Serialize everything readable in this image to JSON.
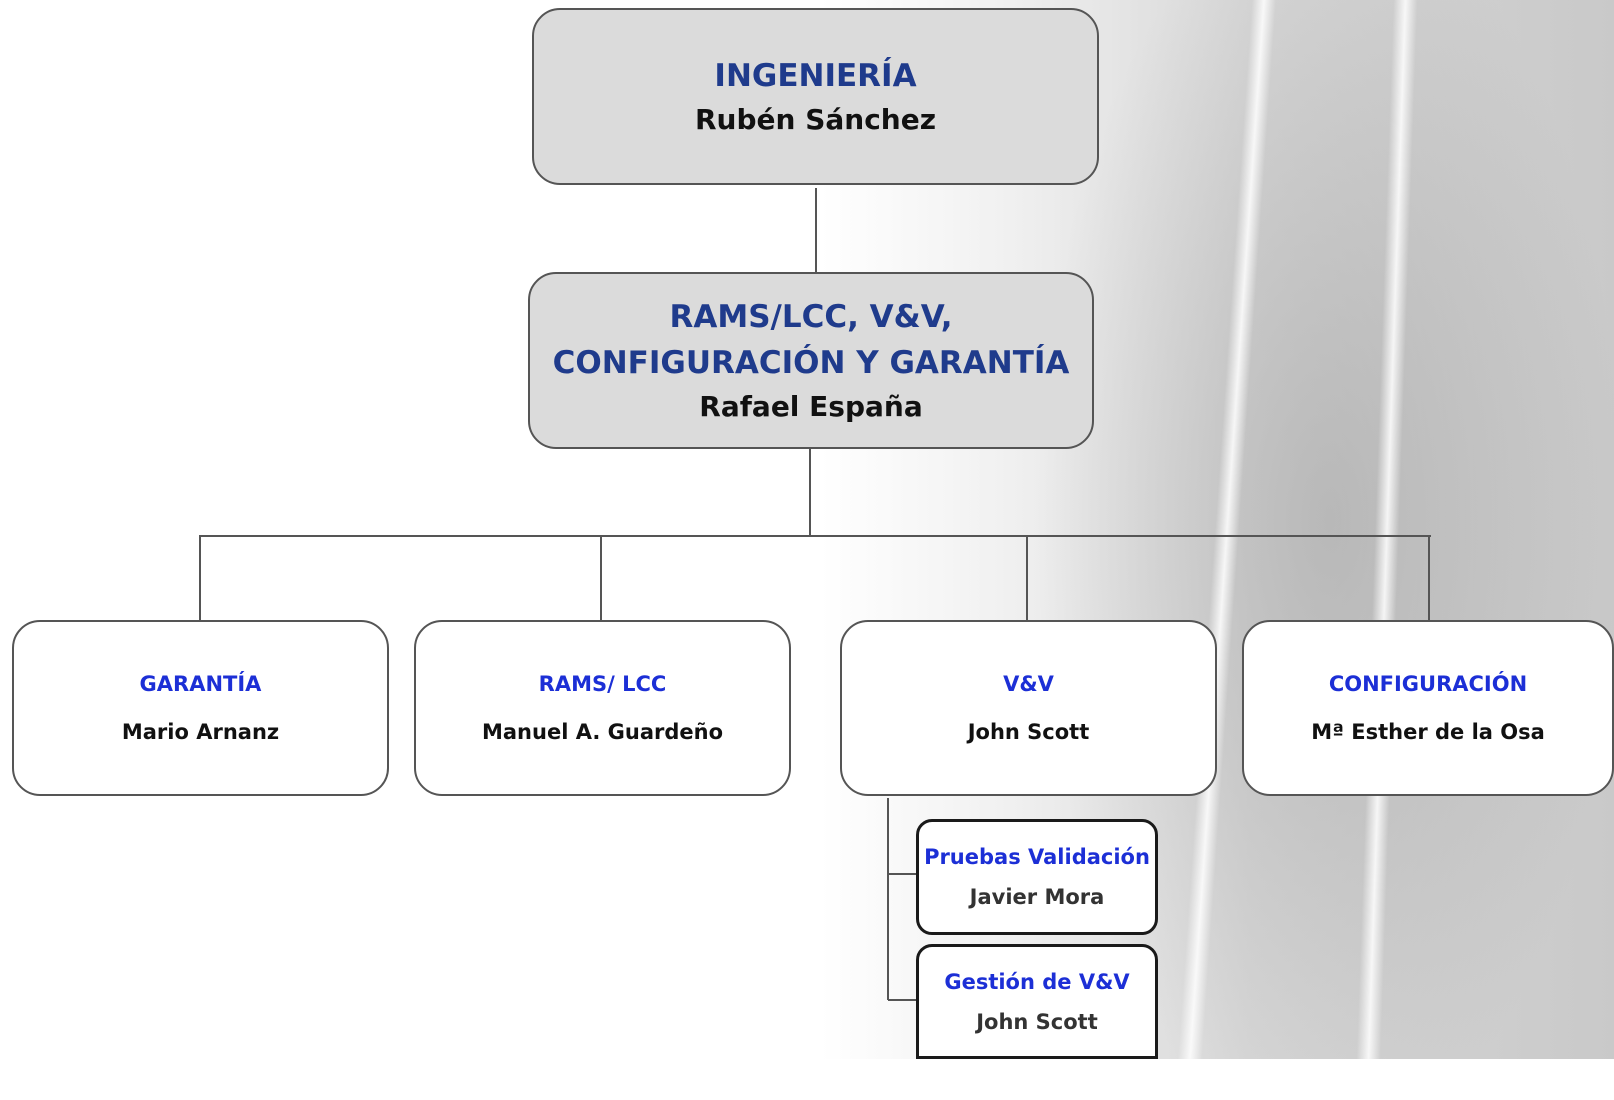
{
  "top": {
    "title": "INGENIERÍA",
    "name": "Rubén Sánchez"
  },
  "second": {
    "title_line1": "RAMS/LCC, V&V,",
    "title_line2": "CONFIGURACIÓN Y GARANTÍA",
    "name": "Rafael España"
  },
  "departments": [
    {
      "title": "GARANTÍA",
      "name": "Mario Arnanz"
    },
    {
      "title": "RAMS/ LCC",
      "name": "Manuel A. Guardeño"
    },
    {
      "title": "V&V",
      "name": "John Scott"
    },
    {
      "title": "CONFIGURACIÓN",
      "name": "Mª Esther de la Osa"
    }
  ],
  "subunits": [
    {
      "title": "Pruebas Validación",
      "name": "Javier Mora"
    },
    {
      "title": "Gestión de V&V",
      "name": "John Scott"
    }
  ]
}
